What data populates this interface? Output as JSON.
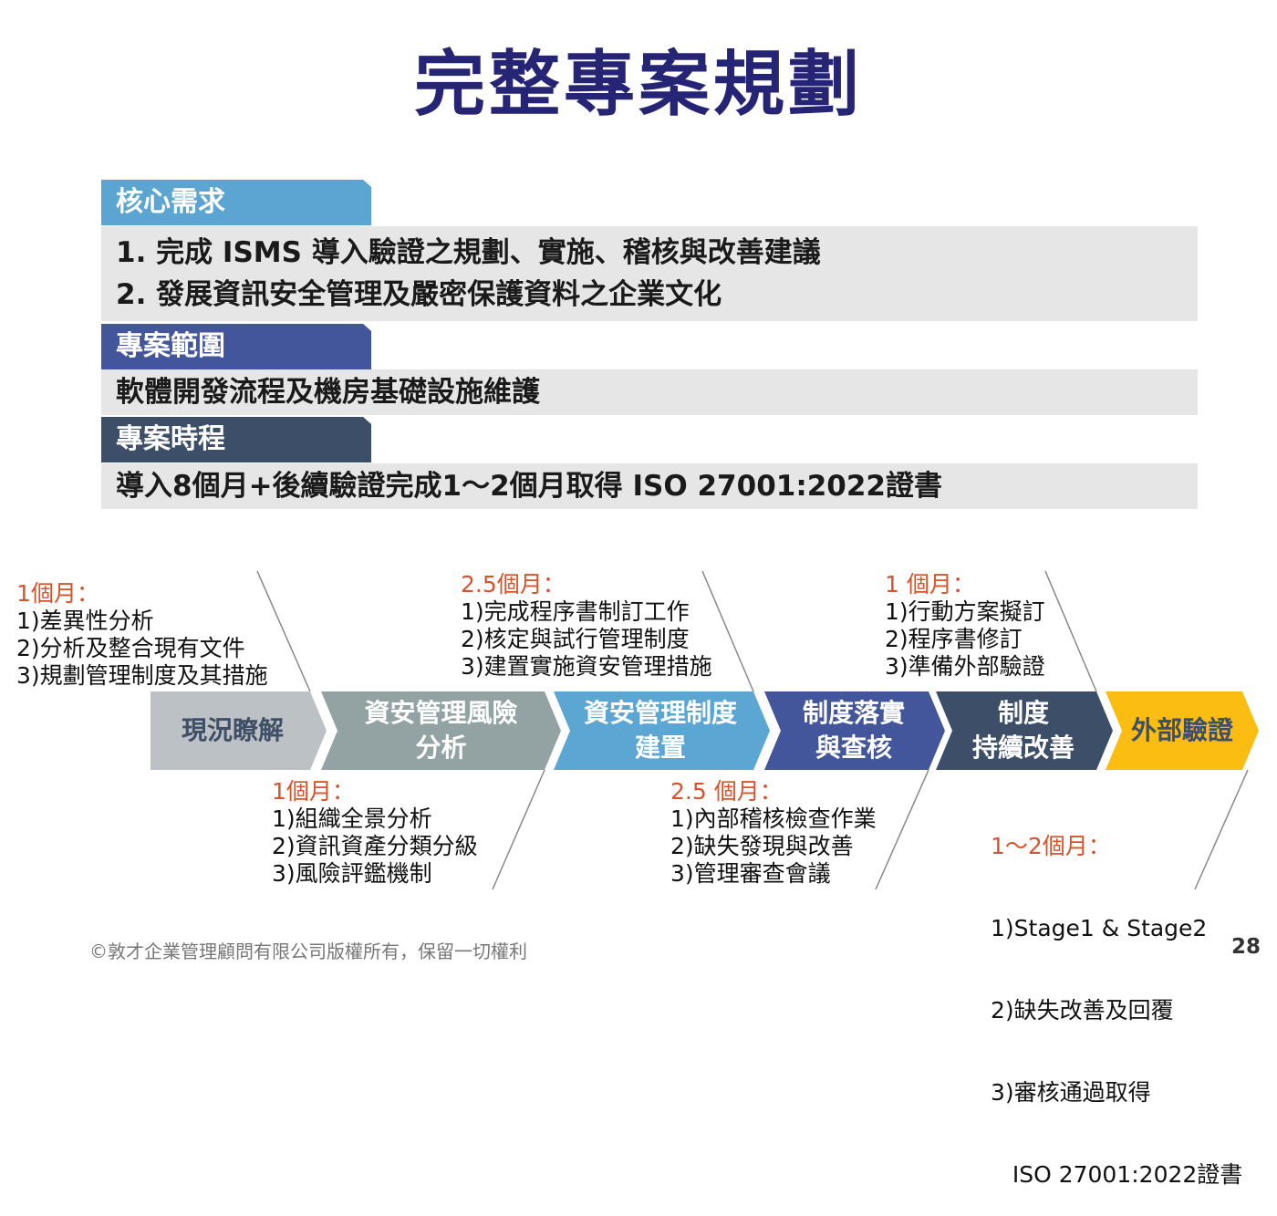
{
  "title": "完整專案規劃",
  "sections": [
    {
      "header": "核心需求",
      "header_color": "#5aa5d2",
      "lines": [
        "1. 完成 ISMS 導入驗證之規劃、實施、稽核與改善建議",
        "2. 發展資訊安全管理及嚴密保護資料之企業文化"
      ]
    },
    {
      "header": "專案範圍",
      "header_color": "#44569b",
      "lines": [
        "軟體開發流程及機房基礎設施維護"
      ]
    },
    {
      "header": "專案時程",
      "header_color": "#3d4e68",
      "lines": [
        "導入8個月+後續驗證完成1～2個月取得 ISO 27001:2022證書"
      ]
    }
  ],
  "stages": [
    {
      "line1": "現況瞭解",
      "line2": "",
      "color": "#bcc1c6",
      "text_color": "#3f4f66"
    },
    {
      "line1": "資安管理風險",
      "line2": "分析",
      "color": "#93a3a3",
      "text_color": "#ffffff"
    },
    {
      "line1": "資安管理制度",
      "line2": "建置",
      "color": "#5ba6d3",
      "text_color": "#ffffff"
    },
    {
      "line1": "制度落實",
      "line2": "與查核",
      "color": "#44569b",
      "text_color": "#ffffff"
    },
    {
      "line1": "制度",
      "line2": "持續改善",
      "color": "#3d4e68",
      "text_color": "#ffffff"
    },
    {
      "line1": "外部驗證",
      "line2": "",
      "color": "#fbbd12",
      "text_color": "#3d4e68"
    }
  ],
  "notes_top": [
    {
      "duration": "1個月：",
      "items": [
        "1)差異性分析",
        "2)分析及整合現有文件",
        "3)規劃管理制度及其措施"
      ]
    },
    {
      "duration": "2.5個月：",
      "items": [
        "1)完成程序書制訂工作",
        "2)核定與試行管理制度",
        "3)建置實施資安管理措施"
      ]
    },
    {
      "duration": "1 個月：",
      "items": [
        "1)行動方案擬訂",
        "2)程序書修訂",
        "3)準備外部驗證"
      ]
    }
  ],
  "notes_bottom": [
    {
      "duration": "1個月：",
      "items": [
        "1)組織全景分析",
        "2)資訊資產分類分級",
        "3)風險評鑑機制"
      ]
    },
    {
      "duration": "2.5 個月：",
      "items": [
        "1)內部稽核檢查作業",
        "2)缺失發現與改善",
        "3)管理審查會議"
      ]
    },
    {
      "duration": "1～2個月：",
      "items": [
        "1)Stage1 & Stage2",
        "2)缺失改善及回覆",
        "3)審核通過取得",
        "   ISO 27001:2022證書"
      ]
    }
  ],
  "footer": "©敦才企業管理顧問有限公司版權所有，保留一切權利",
  "page_number": "28"
}
